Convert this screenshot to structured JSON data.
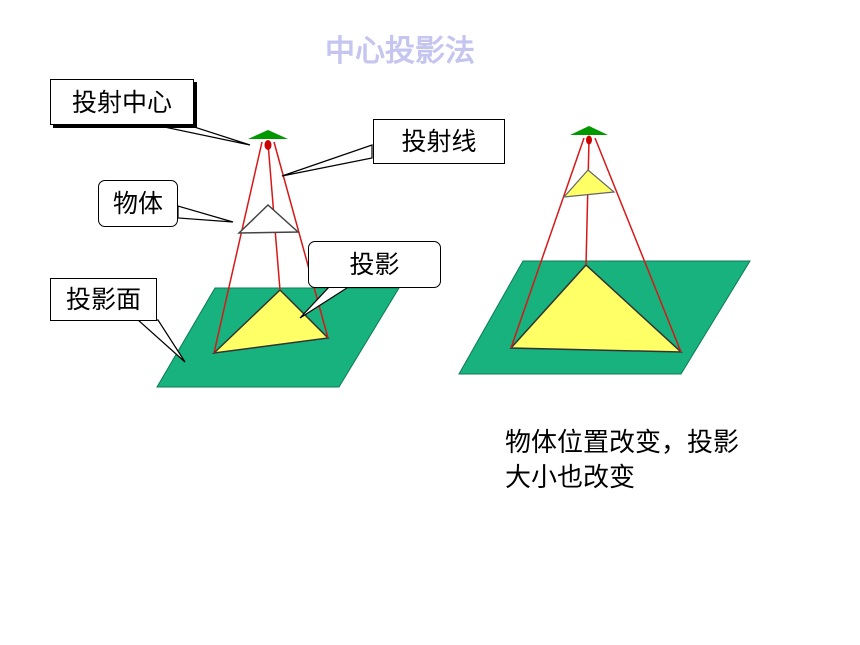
{
  "title": "中心投影法",
  "labels": {
    "center": "投射中心",
    "rays": "投射线",
    "object": "物体",
    "projection": "投影",
    "plane": "投影面"
  },
  "caption": "物体位置改变，投影大小也改变",
  "colors": {
    "plane": "#17b27e",
    "shadow": "#ffff66",
    "ray": "#d81818",
    "source": "#009900",
    "title": "#c5c5f0"
  }
}
